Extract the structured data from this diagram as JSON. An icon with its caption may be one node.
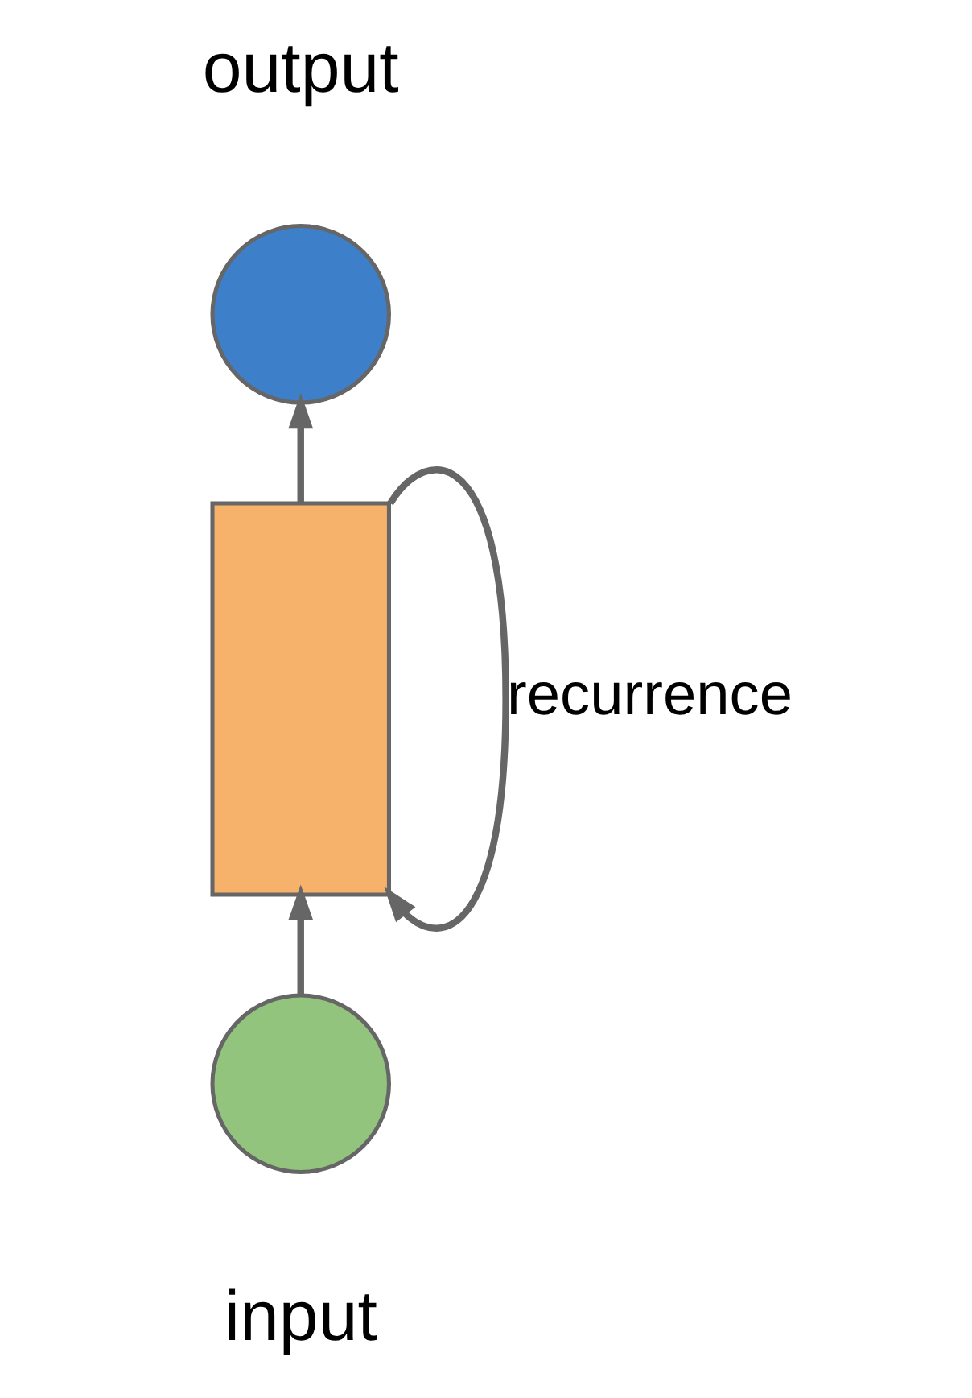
{
  "diagram": {
    "nodes": [
      {
        "text": [],
        "shape": "circle",
        "beside": [
          "output"
        ]
      },
      {
        "text": [],
        "shape": "box"
      },
      {
        "text": [],
        "shape": "circle",
        "beside": [
          "input"
        ]
      }
    ],
    "edges": [
      {
        "from": 2,
        "to": 1,
        "arrow": "to"
      },
      {
        "from": 1,
        "to": 0,
        "arrow": "to"
      },
      {
        "from": 1,
        "to": 1,
        "arrow": "to",
        "label": "recurrence"
      }
    ]
  }
}
